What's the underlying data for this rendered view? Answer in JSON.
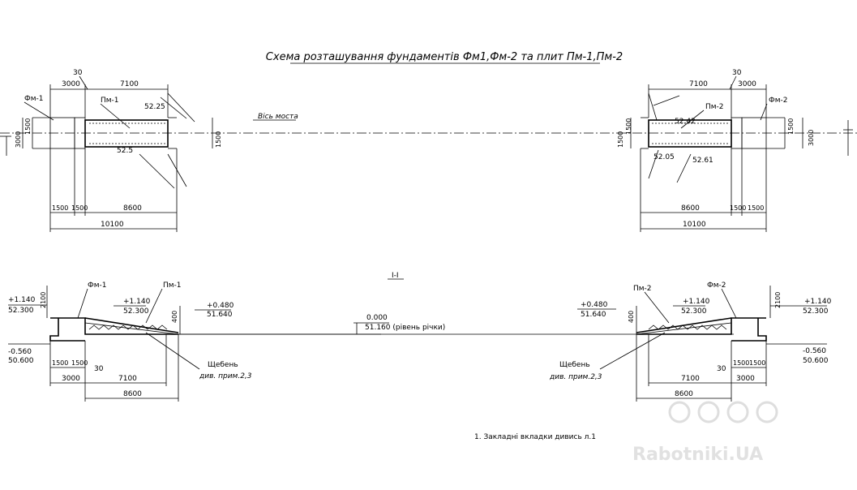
{
  "title": "Схема розташування фундаментів Фм1,Фм-2 та плит Пм-1,Пм-2",
  "axis_label": "Вісь моста",
  "section_label": "I-I",
  "plan_left": {
    "found": "Фм-1",
    "slab": "Пм-1",
    "d_30": "30",
    "d_3000": "3000",
    "d_7100": "7100",
    "d_1500": "1500",
    "d_8600": "8600",
    "d_10100": "10100",
    "elev_a": "52.25",
    "elev_b": "52.5"
  },
  "plan_right": {
    "found": "Фм-2",
    "slab": "Пм-2",
    "d_30": "30",
    "d_3000": "3000",
    "d_7100": "7100",
    "d_1500": "1500",
    "d_8600": "8600",
    "d_10100": "10100",
    "elev_a": "52.42",
    "elev_b": "52.05",
    "elev_c": "52.61"
  },
  "section_left": {
    "found": "Фм-1",
    "slab": "Пм-1",
    "d_2100": "2100",
    "d_400": "400",
    "lvl1_rel": "+1.140",
    "lvl1_abs": "52.300",
    "lvl2_rel": "+1.140",
    "lvl2_abs": "52.300",
    "lvl3_rel": "+0.480",
    "lvl3_abs": "51.640",
    "lvl4_rel": "-0.560",
    "lvl4_abs": "50.600",
    "d_1500": "1500",
    "d_3000": "3000",
    "d_30": "30",
    "d_7100": "7100",
    "d_8600": "8600",
    "gravel": "Щебень",
    "gravel_note": "див. прим.2,3"
  },
  "section_right": {
    "found": "Фм-2",
    "slab": "Пм-2",
    "d_2100": "2100",
    "d_400": "400",
    "lvl1_rel": "+1.140",
    "lvl1_abs": "52.300",
    "lvl2_rel": "+1.140",
    "lvl2_abs": "52.300",
    "lvl3_rel": "+0.480",
    "lvl3_abs": "51.640",
    "lvl4_rel": "-0.560",
    "lvl4_abs": "50.600",
    "d_1500": "1500",
    "d_3000": "3000",
    "d_30": "30",
    "d_7100": "7100",
    "d_8600": "8600",
    "gravel": "Щебень",
    "gravel_note": "див. прим.2,3"
  },
  "river": {
    "rel": "0.000",
    "abs": "51.160 (рівень річки)"
  },
  "note": "1. Закладні вкладки дивись л.1",
  "watermark": "Rabotniki.UA"
}
